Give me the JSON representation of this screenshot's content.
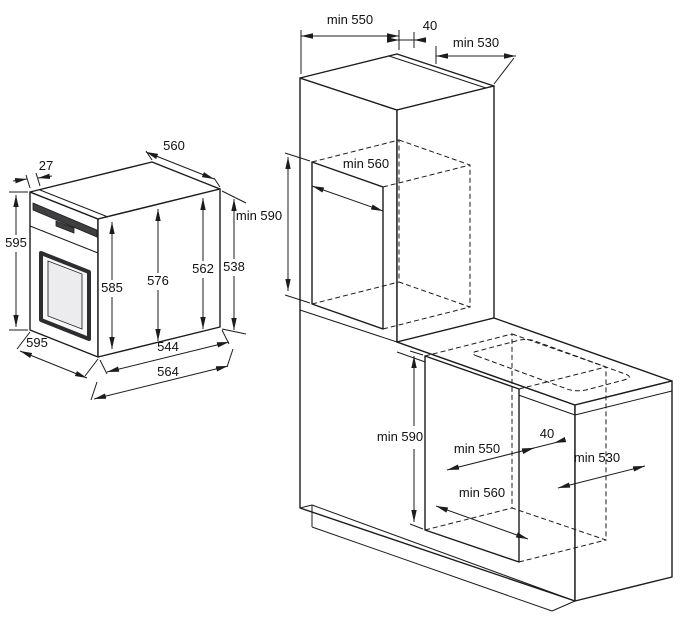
{
  "diagram": {
    "background": "#ffffff",
    "line_color": "#1c1c1e"
  },
  "oven_view": {
    "dim_frame_depth": "27",
    "dim_top_width": "560",
    "dim_front_height": "595",
    "dim_body_height_1": "585",
    "dim_body_height_2": "576",
    "dim_body_height_3": "562",
    "dim_body_height_4": "538",
    "dim_front_width": "595",
    "dim_depth_body": "544",
    "dim_depth_total": "564"
  },
  "cabinet_view": {
    "upper_niche": {
      "depth": "min 550",
      "rear_gap": "40",
      "shelf_depth": "min 530",
      "width": "min 560",
      "height": "min 590"
    },
    "base_niche": {
      "height": "min 590",
      "depth": "min 550",
      "rear_gap": "40",
      "shelf_depth": "min 530",
      "width": "min 560"
    }
  }
}
